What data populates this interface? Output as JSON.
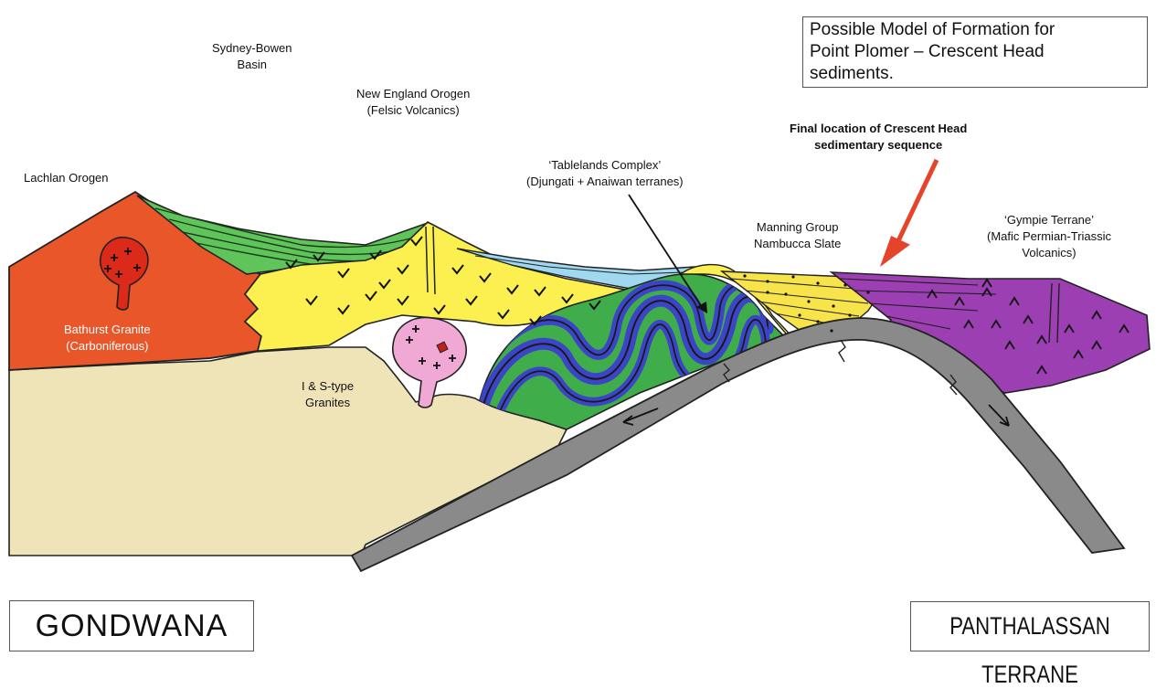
{
  "title": {
    "lines": [
      "Possible Model of Formation for",
      "Point Plomer – Crescent Head",
      "sediments."
    ]
  },
  "labels": {
    "sydney_bowen": [
      "Sydney-Bowen",
      "Basin"
    ],
    "new_england": [
      "New England Orogen",
      "(Felsic Volcanics)"
    ],
    "lachlan": "Lachlan Orogen",
    "bathurst": [
      "Bathurst Granite",
      "(Carboniferous)"
    ],
    "is_granites": [
      "I & S-type",
      "Granites"
    ],
    "tablelands": [
      "‘Tablelands Complex’",
      "(Djungati + Anaiwan terranes)"
    ],
    "final_location": [
      "Final location of Crescent Head",
      "sedimentary sequence"
    ],
    "manning": [
      "Manning Group",
      "Nambucca Slate"
    ],
    "gympie": [
      "‘Gympie Terrane’",
      "(Mafic Permian-Triassic",
      "Volcanics)"
    ]
  },
  "corner_labels": {
    "left": "GONDWANA",
    "right": "PANTHALASSAN TERRANE"
  },
  "colors": {
    "lachlan_orogen": "#e8562a",
    "basement_beige": "#efe3b8",
    "felsic_volcanics_yellow": "#fbf050",
    "sydney_bowen_green": "#5fc55a",
    "tablelands_blue": "#3c45c8",
    "tablelands_green": "#3fae4a",
    "light_blue_strata": "#9fd8ef",
    "manning_yellow": "#f7e34a",
    "gympie_purple": "#9b3fb2",
    "slab_grey": "#8a8a8a",
    "granite_pink": "#f0a8d4",
    "bathurst_red": "#dc2a1a",
    "arrow_red": "#e5432a"
  }
}
